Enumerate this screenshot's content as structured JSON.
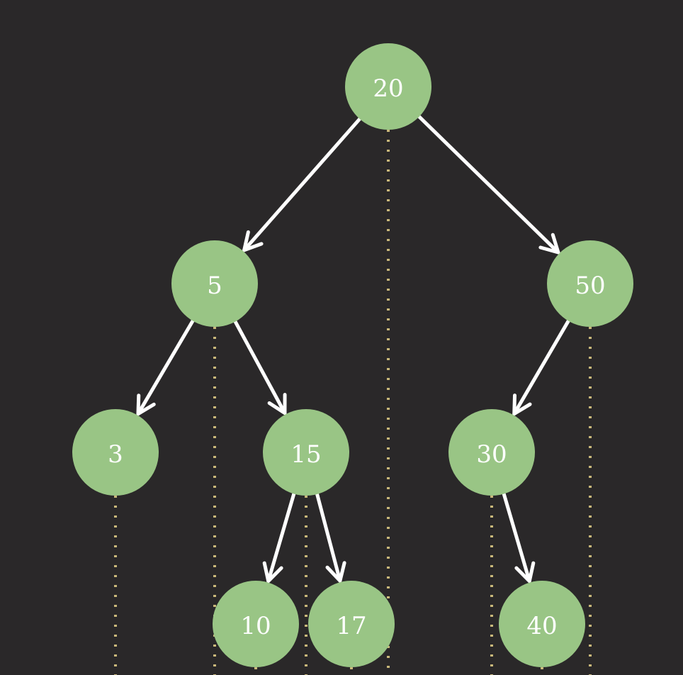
{
  "tree": {
    "nodes": [
      {
        "id": "n20",
        "label": "20"
      },
      {
        "id": "n5",
        "label": "5"
      },
      {
        "id": "n50",
        "label": "50"
      },
      {
        "id": "n3",
        "label": "3"
      },
      {
        "id": "n15",
        "label": "15"
      },
      {
        "id": "n30",
        "label": "30"
      },
      {
        "id": "n10",
        "label": "10"
      },
      {
        "id": "n17",
        "label": "17"
      },
      {
        "id": "n40",
        "label": "40"
      }
    ],
    "edges": [
      {
        "from": "n20",
        "to": "n5"
      },
      {
        "from": "n20",
        "to": "n50"
      },
      {
        "from": "n5",
        "to": "n3"
      },
      {
        "from": "n5",
        "to": "n15"
      },
      {
        "from": "n50",
        "to": "n30"
      },
      {
        "from": "n15",
        "to": "n10"
      },
      {
        "from": "n15",
        "to": "n17"
      },
      {
        "from": "n30",
        "to": "n40"
      }
    ]
  },
  "colors": {
    "background": "#2a2829",
    "node_fill": "#99c585",
    "node_text": "#ffffff",
    "edge": "#ffffff",
    "guide": "#c9b87a"
  }
}
